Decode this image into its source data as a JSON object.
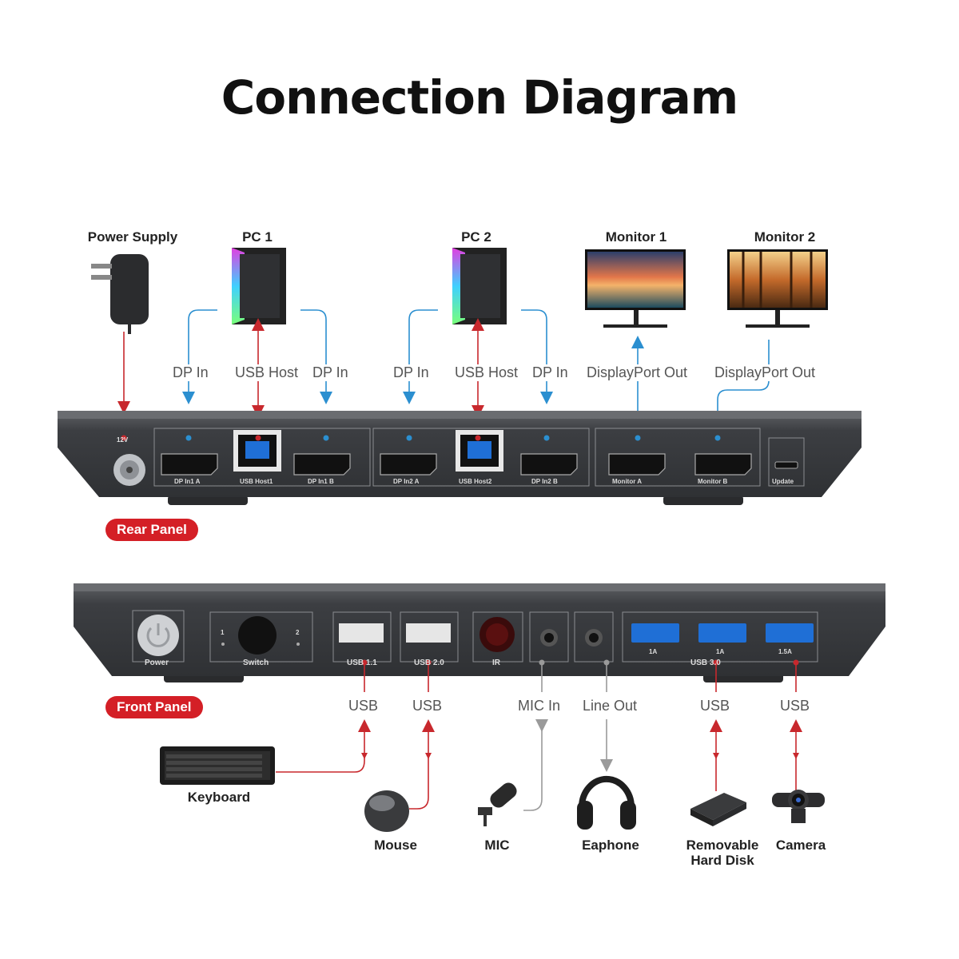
{
  "title": "Connection Diagram",
  "rear_panel": {
    "tag": "Rear Panel",
    "devices": {
      "power_supply": "Power Supply",
      "pc1": "PC 1",
      "pc2": "PC 2",
      "monitor1": "Monitor 1",
      "monitor2": "Monitor 2"
    },
    "connection_labels": {
      "pc1_dp_a": "DP In",
      "pc1_usb": "USB Host",
      "pc1_dp_b": "DP In",
      "pc2_dp_a": "DP In",
      "pc2_usb": "USB Host",
      "pc2_dp_b": "DP In",
      "mon1": "DisplayPort Out",
      "mon2": "DisplayPort Out"
    },
    "ports": {
      "voltage": "12V",
      "dp_in1a": "DP In1 A",
      "usb_host1": "USB Host1",
      "dp_in1b": "DP In1 B",
      "dp_in2a": "DP In2 A",
      "usb_host2": "USB Host2",
      "dp_in2b": "DP In2 B",
      "monitor_a": "Monitor A",
      "monitor_b": "Monitor B",
      "update": "Update"
    }
  },
  "front_panel": {
    "tag": "Front Panel",
    "ports": {
      "power": "Power",
      "switch": "Switch",
      "switch_1": "1",
      "switch_2": "2",
      "usb11": "USB 1.1",
      "usb20": "USB 2.0",
      "ir": "IR",
      "usb30": "USB 3.0",
      "usb30_a1": "1A",
      "usb30_a2": "1A",
      "usb30_a3": "1.5A"
    },
    "connection_labels": {
      "kbd": "USB",
      "mouse": "USB",
      "mic": "MIC In",
      "line": "Line Out",
      "hdd": "USB",
      "cam": "USB"
    },
    "devices": {
      "keyboard": "Keyboard",
      "mouse": "Mouse",
      "mic": "MIC",
      "earphone": "Eaphone",
      "hdd_line1": "Removable",
      "hdd_line2": "Hard Disk",
      "camera": "Camera"
    }
  },
  "colors": {
    "usb_line": "#c8282d",
    "dp_line": "#2b8fd0",
    "audio_line": "#9a9a9a",
    "tag_bg": "#d41f26",
    "device_body": "#3b3d40"
  }
}
